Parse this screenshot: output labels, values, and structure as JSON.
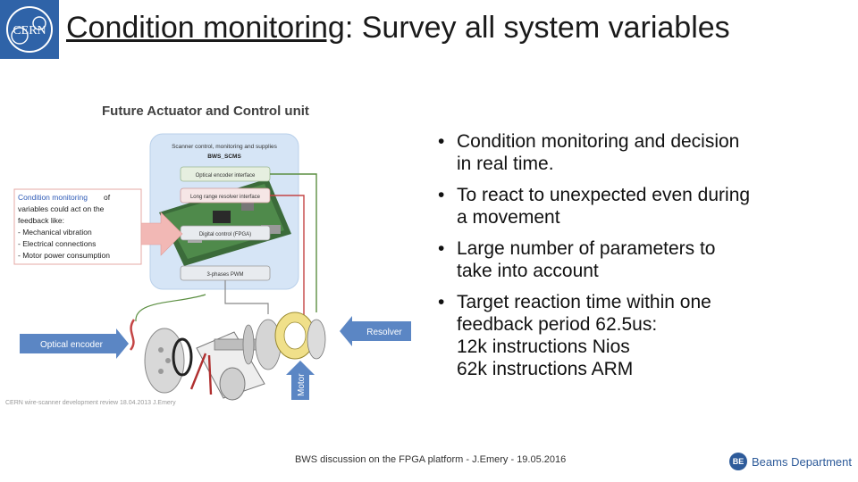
{
  "header": {
    "logo_text": "CERN",
    "title_underlined": "Condition monitoring",
    "title_rest": ": Survey all system variables"
  },
  "figure": {
    "title": "Future Actuator and Control unit",
    "box_title": "Scanner control, monitoring and supplies",
    "box_subtitle": "BWS_SCMS",
    "modules": [
      "Optical encoder interface",
      "Long range resolver interface",
      "Digital control (FPGA)",
      "3-phases PWM"
    ],
    "callout": {
      "highlight": "Condition monitoring",
      "lines": [
        "of",
        "variables could act on the",
        "feedback like:",
        "- Mechanical vibration",
        "- Electrical connections",
        "- Motor power consumption"
      ]
    },
    "label_optical_encoder": "Optical encoder",
    "label_resolver": "Resolver",
    "label_motor": "Motor",
    "credit": "CERN wire-scanner development review 18.04.2013 J.Emery"
  },
  "bullets": [
    {
      "lines": [
        "Condition monitoring and decision",
        "in real time."
      ]
    },
    {
      "lines": [
        "To react to unexpected even during",
        "a movement"
      ]
    },
    {
      "lines": [
        "Large number of parameters to",
        "take into account"
      ]
    },
    {
      "lines": [
        "Target reaction time within one",
        "feedback period 62.5us:",
        "12k instructions Nios",
        "62k  instructions ARM"
      ]
    }
  ],
  "footer": {
    "text": "BWS discussion on the FPGA platform - J.Emery - 19.05.2016",
    "dept_badge": "BE",
    "dept_name": "Beams Department"
  },
  "colors": {
    "cern_blue": "#2f63a8",
    "panel_blue": "#d6e5f6",
    "arrow_blue": "#5b86c4",
    "highlight_blue": "#2f5bb7",
    "wire_green": "#5c8f42",
    "wire_red": "#c44545",
    "arrow_pink": "#f2b8b5"
  }
}
